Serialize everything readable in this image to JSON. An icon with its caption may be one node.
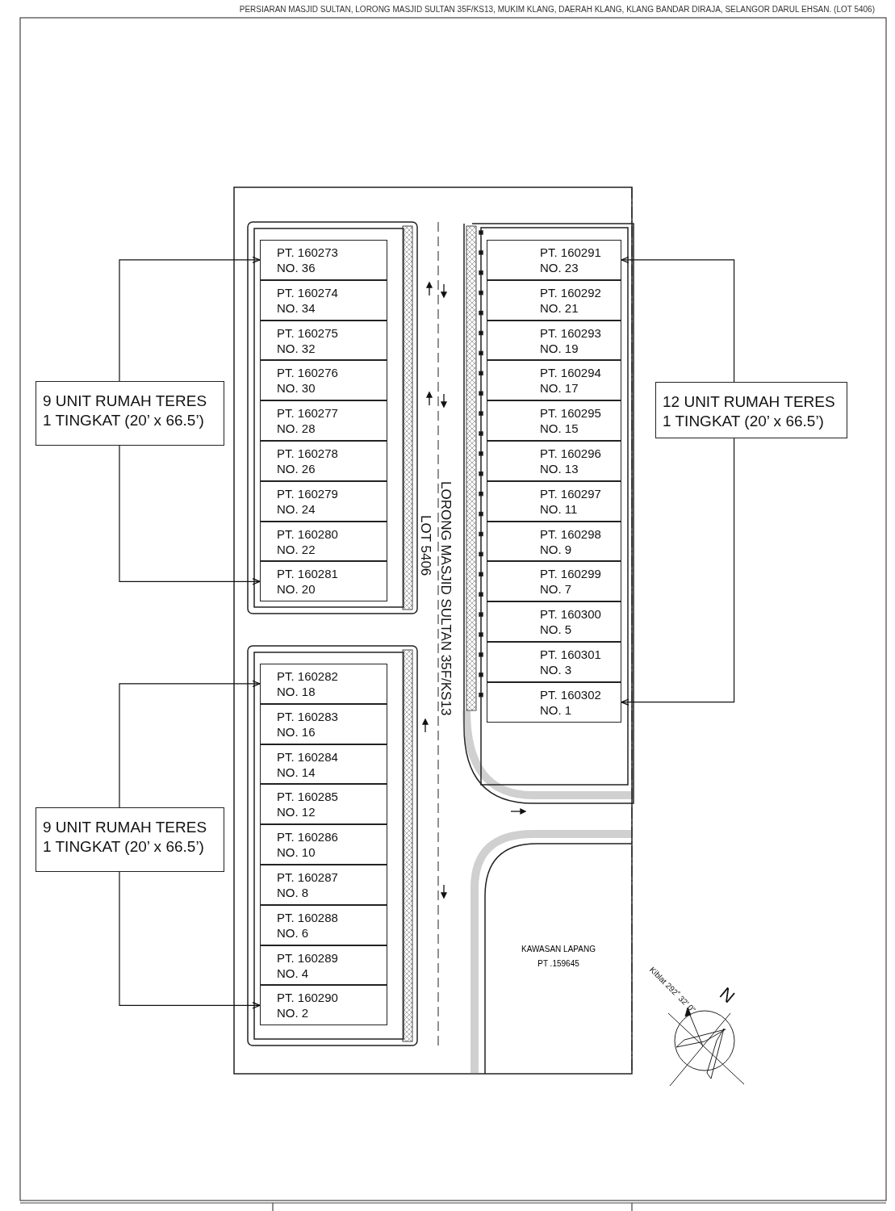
{
  "diagram": {
    "title": "PERSIARAN MASJID SULTAN, LORONG MASJID SULTAN 35F/KS13, MUKIM KLANG, DAERAH KLANG, KLANG BANDAR DIRAJA, SELANGOR DARUL EHSAN. (LOT 5406)",
    "nodes": [
      {
        "text": [
          "9 UNIT RUMAH TERES 1 TINGKAT (20’ x 66.5’)"
        ]
      },
      {
        "text": [
          "PT. 160273",
          "NO. 36"
        ]
      },
      {
        "text": [
          "PT. 160274",
          "NO. 34"
        ]
      },
      {
        "text": [
          "PT. 160275",
          "NO. 32"
        ]
      },
      {
        "text": [
          "PT. 160276",
          "NO. 30"
        ]
      },
      {
        "text": [
          "PT. 160277",
          "NO. 28"
        ]
      },
      {
        "text": [
          "PT. 160278",
          "NO. 26"
        ]
      },
      {
        "text": [
          "PT. 160279",
          "NO. 24"
        ]
      },
      {
        "text": [
          "PT. 160280",
          "NO. 22"
        ]
      },
      {
        "text": [
          "PT. 160281",
          "NO. 20"
        ]
      },
      {
        "text": [
          "12 UNIT RUMAH TERES 1 TINGKAT (20’ x 66.5’)"
        ]
      },
      {
        "text": [
          "PT. 160291",
          "NO. 23"
        ]
      },
      {
        "text": [
          "PT. 160292",
          "NO. 21"
        ]
      },
      {
        "text": [
          "PT. 160293",
          "NO. 19"
        ]
      },
      {
        "text": [
          "PT. 160294",
          "NO. 17"
        ]
      },
      {
        "text": [
          "PT. 160295",
          "NO. 15"
        ]
      },
      {
        "text": [
          "PT. 160296",
          "NO. 13"
        ]
      },
      {
        "text": [
          "PT. 160297",
          "NO. 11"
        ]
      },
      {
        "text": [
          "PT. 160298",
          "NO. 9"
        ]
      },
      {
        "text": [
          "PT. 160299",
          "NO. 7"
        ]
      },
      {
        "text": [
          "PT. 160300",
          "NO. 5"
        ]
      },
      {
        "text": [
          "PT. 160301",
          "NO. 3"
        ]
      },
      {
        "text": [
          "PT. 160302",
          "NO. 1"
        ]
      },
      {
        "text": [
          "9 UNIT RUMAH TERES 1 TINGKAT (20’ x 66.5’)"
        ]
      },
      {
        "text": [
          "PT. 160282",
          "NO. 18"
        ]
      },
      {
        "text": [
          "PT. 160283",
          "NO. 16"
        ]
      },
      {
        "text": [
          "PT. 160284",
          "NO. 14"
        ]
      },
      {
        "text": [
          "PT. 160285",
          "NO. 12"
        ]
      },
      {
        "text": [
          "PT. 160286",
          "NO. 10"
        ]
      },
      {
        "text": [
          "PT. 160287",
          "NO. 8"
        ]
      },
      {
        "text": [
          "PT. 160288",
          "NO. 6"
        ]
      },
      {
        "text": [
          "PT. 160289",
          "NO. 4"
        ]
      },
      {
        "text": [
          "PT. 160290",
          "NO. 2"
        ]
      },
      {
        "text": [
          "KAWASAN LAPANG",
          "PT .159645"
        ]
      }
    ],
    "edges": [
      {
        "from": 0,
        "to": 1,
        "arrow": "to"
      },
      {
        "from": 0,
        "to": 9,
        "arrow": "to"
      },
      {
        "from": 10,
        "to": 11,
        "arrow": "to"
      },
      {
        "from": 10,
        "to": 22,
        "arrow": "to"
      },
      {
        "from": 23,
        "to": 24,
        "arrow": "to"
      },
      {
        "from": 23,
        "to": 32,
        "arrow": "to"
      }
    ],
    "labels": [
      "LORONG MASJID SULTAN 35F/KS13",
      "LOT 5406",
      "Kiblat 292˚ 32' 0\"",
      "N"
    ]
  }
}
